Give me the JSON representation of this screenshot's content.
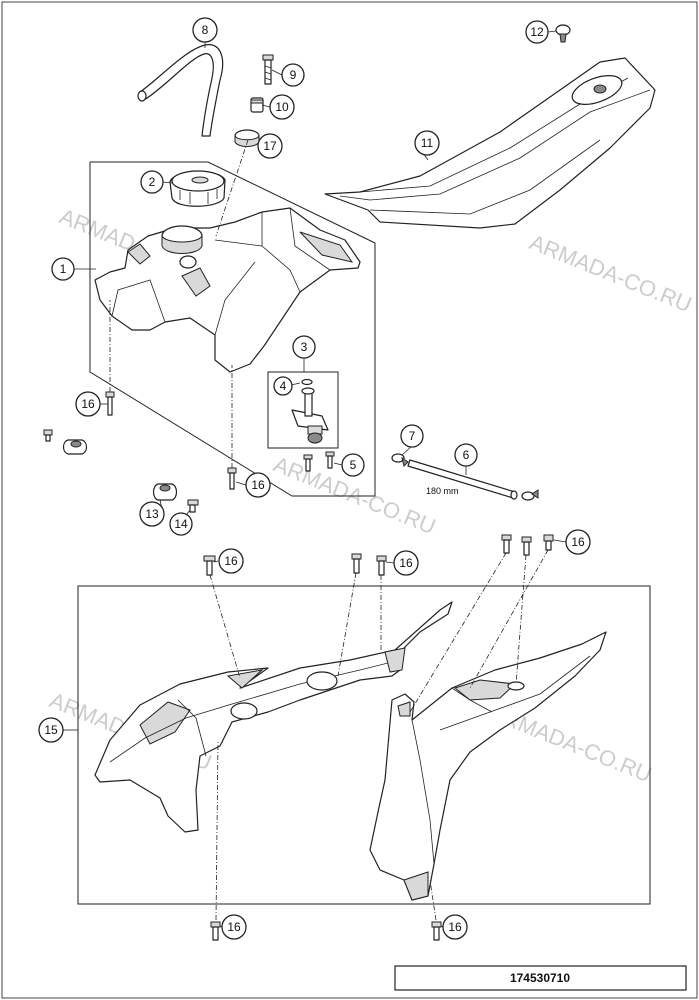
{
  "watermark": "ARMADA-CO.RU",
  "document_number": "174530710",
  "dimension_label": "180 mm",
  "callouts": {
    "c1": "1",
    "c2": "2",
    "c3": "3",
    "c4": "4",
    "c5": "5",
    "c6": "6",
    "c7": "7",
    "c8": "8",
    "c9": "9",
    "c10": "10",
    "c11": "11",
    "c12": "12",
    "c13": "13",
    "c14": "14",
    "c15": "15",
    "c16": "16",
    "c17": "17"
  }
}
